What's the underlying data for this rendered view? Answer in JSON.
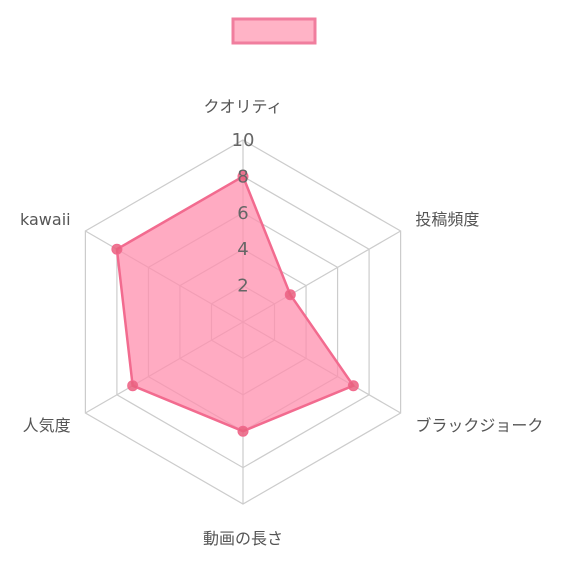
{
  "chart_data": {
    "type": "radar",
    "axes": [
      "クオリティ",
      "投稿頻度",
      "ブラックジョーク",
      "動画の長さ",
      "人気度",
      "kawaii"
    ],
    "range": [
      0,
      10
    ],
    "ticks": [
      2,
      4,
      6,
      8,
      10
    ],
    "series": [
      {
        "values": [
          8,
          3,
          7,
          6,
          7,
          8
        ]
      }
    ],
    "legend_position": "top-center",
    "grid": true
  },
  "colors": {
    "fill": "#ff8fae",
    "stroke": "#f26b8f",
    "point": "#e9607f",
    "grid": "#cccccc",
    "legend_fill": "#ffb3c6",
    "legend_stroke": "#f07e9e"
  }
}
